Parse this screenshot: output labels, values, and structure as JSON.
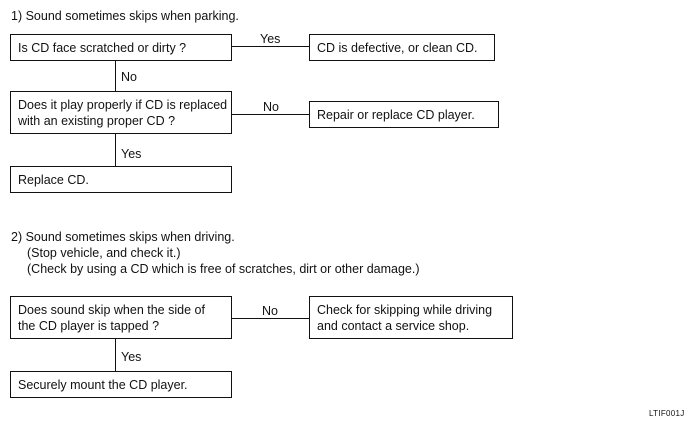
{
  "section1": {
    "title": "1) Sound sometimes skips when parking.",
    "q1": "Is CD face scratched or dirty ?",
    "yes1_label": "Yes",
    "a1": "CD is defective, or clean CD.",
    "no1_label": "No",
    "q2_line1": "Does it play properly if CD is replaced",
    "q2_line2": "with an existing proper CD ?",
    "no2_label": "No",
    "a2": "Repair or replace CD player.",
    "yes2_label": "Yes",
    "a3": "Replace CD."
  },
  "section2": {
    "title": "2) Sound sometimes skips when driving.",
    "note1": "(Stop vehicle, and check it.)",
    "note2": "(Check by using a CD which is free of scratches, dirt or other damage.)",
    "q1_line1": "Does sound skip when the side of",
    "q1_line2": "the CD player is tapped ?",
    "no_label": "No",
    "a1_line1": "Check for skipping while driving",
    "a1_line2": "and contact a service shop.",
    "yes_label": "Yes",
    "a2": "Securely mount the CD player."
  },
  "figure_code": "LTIF001J"
}
